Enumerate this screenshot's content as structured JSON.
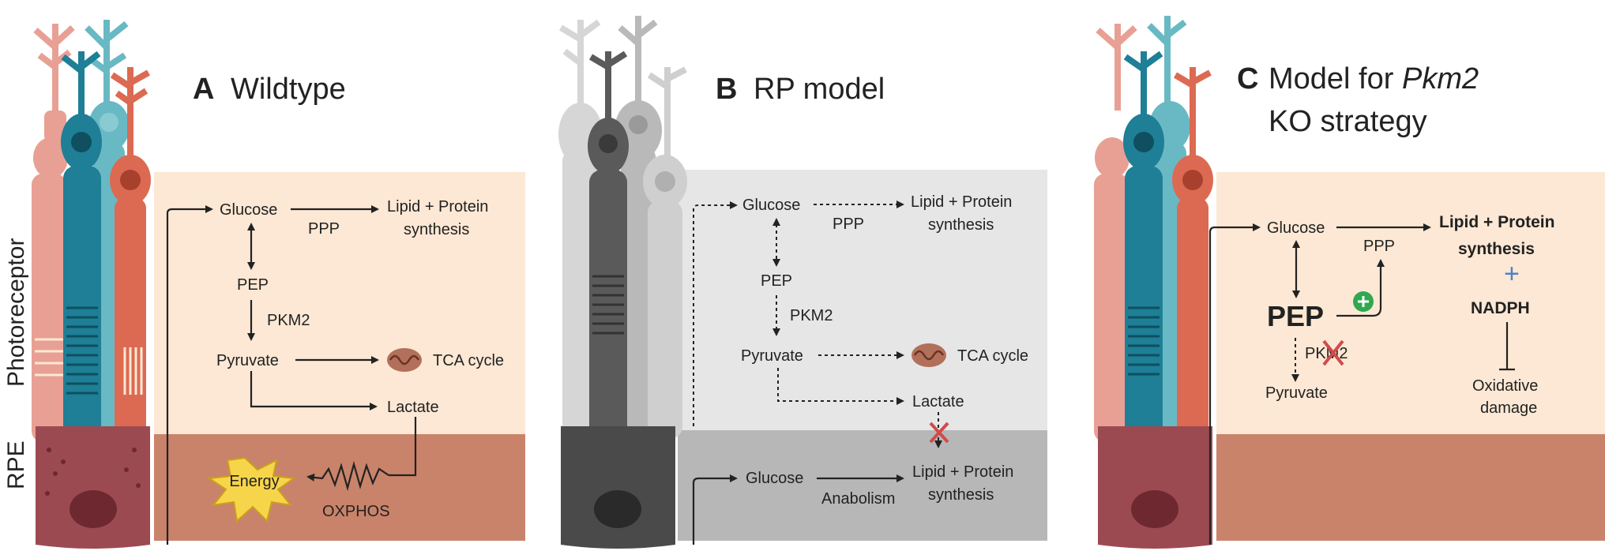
{
  "side_labels": {
    "photoreceptor": "Photoreceptor",
    "rpe": "RPE"
  },
  "panel_a": {
    "letter": "A",
    "title": "Wildtype",
    "glucose": "Glucose",
    "ppp": "PPP",
    "lipid_line1": "Lipid + Protein",
    "lipid_line2": "synthesis",
    "pep": "PEP",
    "pkm2": "PKM2",
    "pyruvate": "Pyruvate",
    "tca": "TCA cycle",
    "lactate": "Lactate",
    "energy": "Energy",
    "oxphos": "OXPHOS"
  },
  "panel_b": {
    "letter": "B",
    "title": "RP model",
    "glucose": "Glucose",
    "ppp": "PPP",
    "lipid_line1": "Lipid + Protein",
    "lipid_line2": "synthesis",
    "pep": "PEP",
    "pkm2": "PKM2",
    "pyruvate": "Pyruvate",
    "tca": "TCA cycle",
    "lactate": "Lactate",
    "rpe_glucose": "Glucose",
    "anabolism": "Anabolism",
    "rpe_lipid_line1": "Lipid + Protein",
    "rpe_lipid_line2": "synthesis"
  },
  "panel_c": {
    "letter": "C",
    "title_line1_prefix": "Model for ",
    "title_line1_italic": "Pkm2",
    "title_line2": "KO strategy",
    "glucose": "Glucose",
    "ppp": "PPP",
    "lipid_line1": "Lipid + Protein",
    "lipid_line2": "synthesis",
    "plus": "+",
    "nadph": "NADPH",
    "pep": "PEP",
    "pkm2": "PKM2",
    "pyruvate": "Pyruvate",
    "oxidative_line1": "Oxidative",
    "oxidative_line2": "damage"
  },
  "colors": {
    "photoreceptor_bg": "#fce8d4",
    "rpe_bg": "#c9836a",
    "rp_bg": "#e6e6e6",
    "rp_rpe_bg": "#b7b7b7",
    "cone_pink": "#e8a094",
    "rod_teal": "#1e7f96",
    "cone_cyan": "#69b9c4",
    "cone_red": "#dc6a52",
    "rpe_cell": "#9c4a52",
    "energy_yellow": "#f7d54a",
    "green_plus": "#2fa84f",
    "blue_plus": "#4f82c4",
    "red_x": "#d24a4a",
    "mito": "#b2705a"
  }
}
